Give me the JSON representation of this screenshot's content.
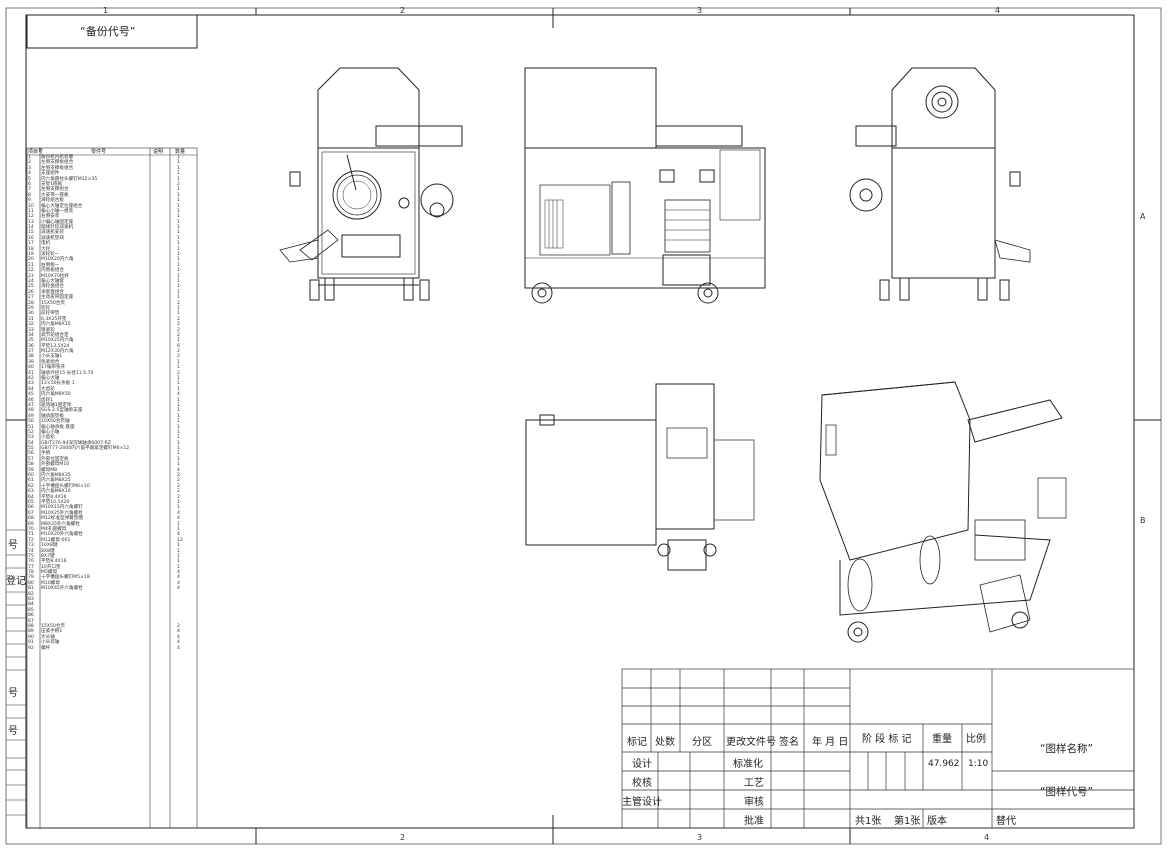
{
  "sheet": {
    "zones_top": [
      "1",
      "2",
      "3",
      "4"
    ],
    "zones_bottom": [
      "2",
      "3",
      "4"
    ],
    "zones_right": [
      "A",
      "B"
    ]
  },
  "stamp": "“备份代号”",
  "side_labels": [
    "号",
    "登记",
    "号",
    "号"
  ],
  "bom": {
    "headers": [
      "项目号",
      "零件号",
      "说明",
      "数量"
    ],
    "rows": [
      {
        "no": "1",
        "name": "备份机内机装版",
        "qty": "1"
      },
      {
        "no": "2",
        "name": "左侧支撑板组合",
        "qty": "1"
      },
      {
        "no": "3",
        "name": "左侧支撑板组合",
        "qty": "1"
      },
      {
        "no": "4",
        "name": "支座组件",
        "qty": "1"
      },
      {
        "no": "5",
        "name": "内六角圆柱头螺钉M12×35",
        "qty": "1"
      },
      {
        "no": "6",
        "name": "支架1底板",
        "qty": "2"
      },
      {
        "no": "7",
        "name": "左侧支撑组合",
        "qty": "1"
      },
      {
        "no": "8",
        "name": "大皮带一底板",
        "qty": "1"
      },
      {
        "no": "9",
        "name": "滑轮组合板",
        "qty": "1"
      },
      {
        "no": "10",
        "name": "偏心大轴定位座组合",
        "qty": "1"
      },
      {
        "no": "11",
        "name": "偏心小轴一组装",
        "qty": "1"
      },
      {
        "no": "12",
        "name": "右侧安装",
        "qty": "1"
      },
      {
        "no": "13",
        "name": "小偏心轴固定座",
        "qty": "1"
      },
      {
        "no": "14",
        "name": "摆线针轮减速机",
        "qty": "1"
      },
      {
        "no": "15",
        "name": "减速机安装",
        "qty": "1"
      },
      {
        "no": "16",
        "name": "减速机垫块",
        "qty": "1"
      },
      {
        "no": "17",
        "name": "电机",
        "qty": "1"
      },
      {
        "no": "18",
        "name": "大轮",
        "qty": "1"
      },
      {
        "no": "19",
        "name": "滚轮轮一",
        "qty": "1"
      },
      {
        "no": "20",
        "name": "M10X20内六角",
        "qty": "1"
      },
      {
        "no": "21",
        "name": "右侧板一",
        "qty": "1"
      },
      {
        "no": "22",
        "name": "内侧板组合",
        "qty": "1"
      },
      {
        "no": "23",
        "name": "M10X70拉杆",
        "qty": "1"
      },
      {
        "no": "24",
        "name": "偏心大轴套",
        "qty": "1"
      },
      {
        "no": "25",
        "name": "滑轮盘组合",
        "qty": "1"
      },
      {
        "no": "26",
        "name": "承套盘组合",
        "qty": "1"
      },
      {
        "no": "27",
        "name": "主动皮带固定座",
        "qty": "1"
      },
      {
        "no": "28",
        "name": "15X50合页",
        "qty": "2"
      },
      {
        "no": "29",
        "name": "轮轮",
        "qty": "1"
      },
      {
        "no": "30",
        "name": "前轮带垫",
        "qty": "1"
      },
      {
        "no": "31",
        "name": "6.3X25开垫",
        "qty": "2"
      },
      {
        "no": "32",
        "name": "内六角M8X15",
        "qty": "2"
      },
      {
        "no": "33",
        "name": "锁紧轮",
        "qty": "2"
      },
      {
        "no": "34",
        "name": "调节轮组合定",
        "qty": "2"
      },
      {
        "no": "35",
        "name": "M10X25内六角",
        "qty": "1"
      },
      {
        "no": "36",
        "name": "平垫13.5X24",
        "qty": "6"
      },
      {
        "no": "37",
        "name": "M12X30内六角",
        "qty": "2"
      },
      {
        "no": "38",
        "name": "小头支轴1",
        "qty": "2"
      },
      {
        "no": "39",
        "name": "张紧组合",
        "qty": "1"
      },
      {
        "no": "40",
        "name": "17偏带张开",
        "qty": "1"
      },
      {
        "no": "41",
        "name": "轴承外径15 长径11.5.70",
        "qty": "2"
      },
      {
        "no": "42",
        "name": "偏心大轴",
        "qty": "1"
      },
      {
        "no": "43",
        "name": "13×50长条板 1",
        "qty": "1"
      },
      {
        "no": "44",
        "name": "大齿轮",
        "qty": "1"
      },
      {
        "no": "45",
        "name": "内六角M8X50",
        "qty": "4"
      },
      {
        "no": "46",
        "name": "齿轮1",
        "qty": "1"
      },
      {
        "no": "47",
        "name": "驱动轴1固定架",
        "qty": "1"
      },
      {
        "no": "48",
        "name": "SGS-2.5型轴承支座",
        "qty": "1"
      },
      {
        "no": "49",
        "name": "轴承座垫板",
        "qty": "1"
      },
      {
        "no": "50",
        "name": "10X50合页轴",
        "qty": "1"
      },
      {
        "no": "51",
        "name": "偏心轴承板 底座",
        "qty": "1"
      },
      {
        "no": "52",
        "name": "偏心小轴",
        "qty": "1"
      },
      {
        "no": "53",
        "name": "小齿轮",
        "qty": "1"
      },
      {
        "no": "54",
        "name": "GB/T276-94深沟球轴承6007-RZ",
        "qty": "1"
      },
      {
        "no": "55",
        "name": "GB/T77-2000内六角平端紧定螺钉M6×12",
        "qty": "1"
      },
      {
        "no": "56",
        "name": "手柄",
        "qty": "1"
      },
      {
        "no": "57",
        "name": "外部位固定板",
        "qty": "1"
      },
      {
        "no": "58",
        "name": "外部螺母M10",
        "qty": "1"
      },
      {
        "no": "59",
        "name": "螺母M8",
        "qty": "4"
      },
      {
        "no": "60",
        "name": "内六角M8X35",
        "qty": "2"
      },
      {
        "no": "61",
        "name": "内六角M8X25",
        "qty": "2"
      },
      {
        "no": "62",
        "name": "十字槽盘头螺钉M6×10",
        "qty": "2"
      },
      {
        "no": "63",
        "name": "内六角M8X10",
        "qty": "2"
      },
      {
        "no": "64",
        "name": "平垫8.4X16",
        "qty": "2"
      },
      {
        "no": "65",
        "name": "平垫10.5X20",
        "qty": "1"
      },
      {
        "no": "66",
        "name": "M10X15内六角螺钉",
        "qty": "1"
      },
      {
        "no": "67",
        "name": "M10X25外六角螺栓",
        "qty": "4"
      },
      {
        "no": "68",
        "name": "M12标准型弹簧垫圈",
        "qty": "4"
      },
      {
        "no": "69",
        "name": "M8X35外六角螺栓",
        "qty": "1"
      },
      {
        "no": "70",
        "name": "M4孔圆螺母",
        "qty": "1"
      },
      {
        "no": "71",
        "name": "M10X20外六角螺栓",
        "qty": "4"
      },
      {
        "no": "72",
        "name": "M12螺母-001",
        "qty": "12"
      },
      {
        "no": "73",
        "name": "10X8键",
        "qty": "1"
      },
      {
        "no": "74",
        "name": "8X8键",
        "qty": "1"
      },
      {
        "no": "75",
        "name": "8X7键",
        "qty": "1"
      },
      {
        "no": "76",
        "name": "平垫8.4X16",
        "qty": "1"
      },
      {
        "no": "77",
        "name": "10开口垫",
        "qty": "1"
      },
      {
        "no": "78",
        "name": "M5螺母",
        "qty": "4"
      },
      {
        "no": "79",
        "name": "十字槽盘头螺钉M5×18",
        "qty": "4"
      },
      {
        "no": "80",
        "name": "M10螺母",
        "qty": "4"
      },
      {
        "no": "81",
        "name": "M10X45外六角螺栓",
        "qty": "4"
      },
      {
        "no": "82",
        "name": "",
        "qty": ""
      },
      {
        "no": "83",
        "name": "",
        "qty": ""
      },
      {
        "no": "84",
        "name": "",
        "qty": ""
      },
      {
        "no": "85",
        "name": "",
        "qty": ""
      },
      {
        "no": "86",
        "name": "",
        "qty": ""
      },
      {
        "no": "87",
        "name": "",
        "qty": ""
      },
      {
        "no": "88",
        "name": "15X50合页",
        "qty": "2"
      },
      {
        "no": "89",
        "name": "压紧手柄1",
        "qty": "4"
      },
      {
        "no": "90",
        "name": "大头轴",
        "qty": "4"
      },
      {
        "no": "91",
        "name": "小头装轴",
        "qty": "4"
      },
      {
        "no": "92",
        "name": "螺杆",
        "qty": "4"
      }
    ]
  },
  "title_block": {
    "rev_headers": [
      "标记",
      "处数",
      "分区",
      "更改文件号",
      "签名",
      "年 月 日"
    ],
    "role_design": "设计",
    "role_check": "校核",
    "role_chief": "主管设计",
    "std": "标准化",
    "process": "工艺",
    "review": "审核",
    "approve": "批准",
    "stage_label": "阶 段 标 记",
    "weight_label": "重量",
    "scale_label": "比例",
    "weight_value": "47.962",
    "scale_value": "1:10",
    "drawing_name": "“图样名称”",
    "drawing_code": "“图样代号”",
    "sheet_total": "共1张",
    "sheet_current": "第1张",
    "version": "版本",
    "replace": "替代"
  }
}
